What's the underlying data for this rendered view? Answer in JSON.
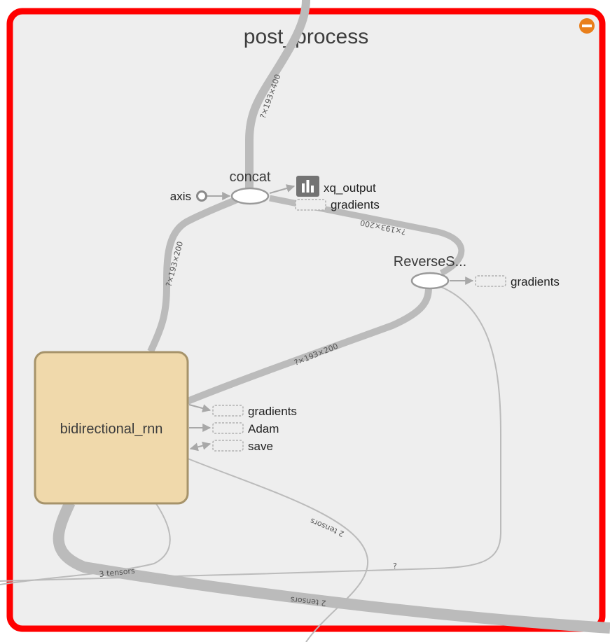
{
  "group": {
    "title": "post_process",
    "collapse_icon": "minus-circle-icon",
    "border_color": "#ff0000",
    "fill_color": "#eeeeee"
  },
  "nodes": {
    "concat": {
      "label": "concat"
    },
    "axis": {
      "label": "axis"
    },
    "xq_output": {
      "label": "xq_output",
      "icon": "bar-chart-icon"
    },
    "concat_gradients": {
      "label": "gradients"
    },
    "reverse": {
      "label": "ReverseS..."
    },
    "reverse_gradients": {
      "label": "gradients"
    },
    "bidirectional_rnn": {
      "label": "bidirectional_rnn",
      "fill": "#f0d9ab",
      "stroke": "#a6936a"
    },
    "rnn_gradients": {
      "label": "gradients"
    },
    "rnn_adam": {
      "label": "Adam"
    },
    "rnn_save": {
      "label": "save"
    }
  },
  "edges": {
    "input_to_concat": "?×193×400",
    "rnn_to_concat": "?×193×200",
    "reverse_to_concat": "?×193×200",
    "rnn_to_reverse": "?×193×200",
    "rnn_out_2_tensors": "2 tensors",
    "rnn_in_3_tensors": "3 tensors",
    "reverse_out_unknown": "?",
    "bottom_2_tensors": "2 tensors"
  },
  "colors": {
    "edge": "#bbbbbb",
    "edge_thin": "#bbbbbb",
    "arrow": "#999999",
    "ellipse_stroke": "#999999",
    "collapse_icon": "#e97f1b"
  }
}
